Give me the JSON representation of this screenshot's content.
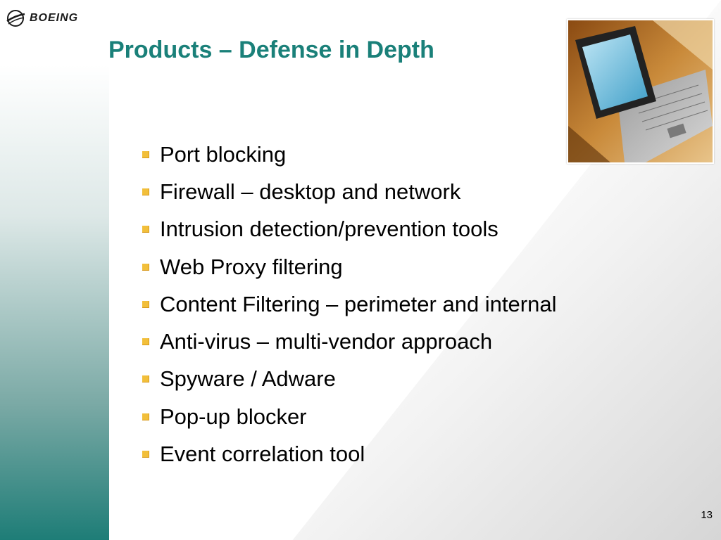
{
  "brand": {
    "name": "BOEING",
    "icon": "boeing-logo-icon"
  },
  "slide": {
    "title": "Products – Defense in Depth",
    "bullets": [
      "Port blocking",
      "Firewall – desktop and network",
      "Intrusion detection/prevention tools",
      "Web Proxy filtering",
      "Content Filtering – perimeter and internal",
      "Anti-virus – multi-vendor approach",
      "Spyware / Adware",
      "Pop-up blocker",
      "Event correlation tool"
    ],
    "page_number": "13"
  },
  "colors": {
    "title": "#1a8079",
    "bullet_marker": "#f2bf3a",
    "band_bottom": "#1e7d77"
  },
  "image": {
    "subject": "laptop-photo"
  }
}
